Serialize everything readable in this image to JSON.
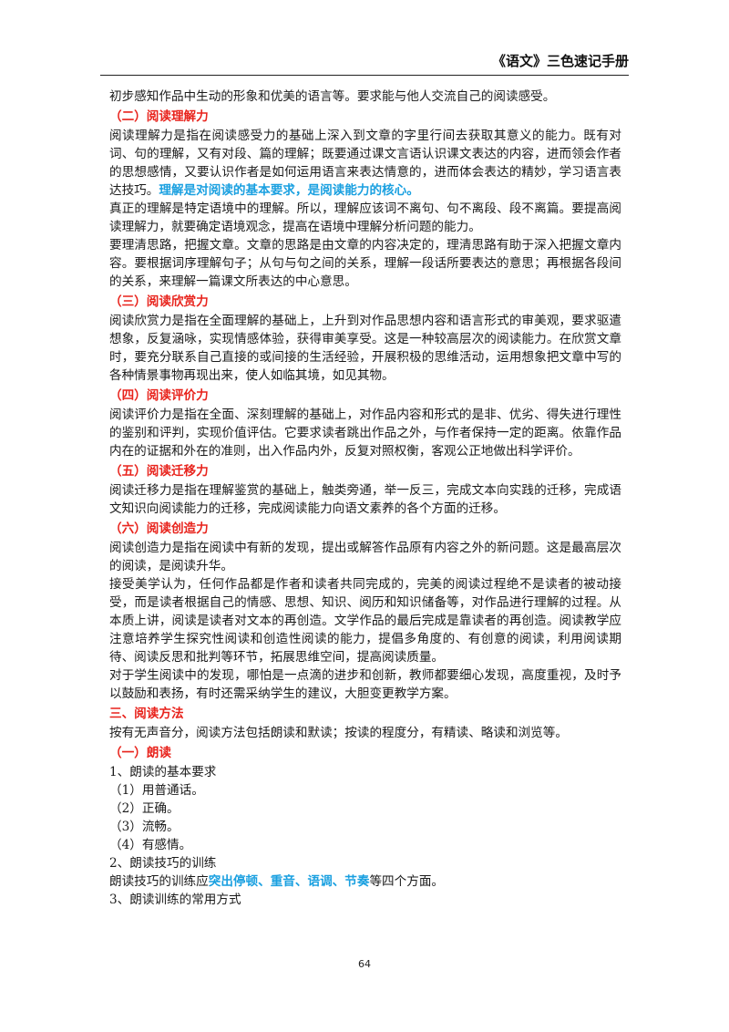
{
  "header": {
    "title": "《语文》三色速记手册"
  },
  "para_intro": "初步感知作品中生动的形象和优美的语言等。要求能与他人交流自己的阅读感受。",
  "sec2": {
    "heading": "（二）阅读理解力",
    "p1_text": "阅读理解力是指在阅读感受力的基础上深入到文章的字里行间去获取其意义的能力。既有对词、句的理解，又有对段、篇的理解；既要通过课文言语认识课文表达的内容，进而领会作者的思想感情，又要认识作者是如何运用语言来表达情意的，进而体会表达的精妙，学习语言表达技巧。",
    "p1_highlight": "理解是对阅读的基本要求，是阅读能力的核心。",
    "p2": "真正的理解是特定语境中的理解。所以，理解应该词不离句、句不离段、段不离篇。要提高阅读理解力，就要确定语境观念，提高在语境中理解分析问题的能力。",
    "p3": "要理清思路，把握文章。文章的思路是由文章的内容决定的，理清思路有助于深入把握文章内容。要根据词序理解句子；从句与句之间的关系，理解一段话所要表达的意思；再根据各段间的关系，来理解一篇课文所表达的中心意思。"
  },
  "sec3": {
    "heading": "（三）阅读欣赏力",
    "p1": "阅读欣赏力是指在全面理解的基础上，上升到对作品思想内容和语言形式的审美观，要求驱遣想象，反复涵咏，实现情感体验，获得审美享受。这是一种较高层次的阅读能力。在欣赏文章时，要充分联系自己直接的或间接的生活经验，开展积极的思维活动，运用想象把文章中写的各种情景事物再现出来，使人如临其境，如见其物。"
  },
  "sec4": {
    "heading": "（四）阅读评价力",
    "p1": "阅读评价力是指在全面、深刻理解的基础上，对作品内容和形式的是非、优劣、得失进行理性的鉴别和评判，实现价值评估。它要求读者跳出作品之外，与作者保持一定的距离。依靠作品内在的证据和外在的准则，出入作品内外，反复对照权衡，客观公正地做出科学评价。"
  },
  "sec5": {
    "heading": "（五）阅读迁移力",
    "p1": "阅读迁移力是指在理解鉴赏的基础上，触类旁通，举一反三，完成文本向实践的迁移，完成语文知识向阅读能力的迁移，完成阅读能力向语文素养的各个方面的迁移。"
  },
  "sec6": {
    "heading": "（六）阅读创造力",
    "p1": "阅读创造力是指在阅读中有新的发现，提出或解答作品原有内容之外的新问题。这是最高层次的阅读，是阅读升华。",
    "p2": "接受美学认为，任何作品都是作者和读者共同完成的，完美的阅读过程绝不是读者的被动接受，而是读者根据自己的情感、思想、知识、阅历和知识储备等，对作品进行理解的过程。从本质上讲，阅读是读者对文本的再创造。文学作品的最后完成是靠读者的再创造。阅读教学应注意培养学生探究性阅读和创造性阅读的能力，提倡多角度的、有创意的阅读，利用阅读期待、阅读反思和批判等环节，拓展思维空间，提高阅读质量。",
    "p3": "对于学生阅读中的发现，哪怕是一点滴的进步和创新，教师都要细心发现，高度重视，及时予以鼓励和表扬，有时还需采纳学生的建议，大胆变更教学方案。"
  },
  "part3": {
    "heading": "三、阅读方法",
    "p1": "按有无声音分，阅读方法包括朗读和默读；按读的程度分，有精读、略读和浏览等。",
    "sub1_heading": "（一）朗读",
    "item1_title": "1、朗读的基本要求",
    "requirements": [
      "（1）用普通话。",
      "（2）正确。",
      "（3）流畅。",
      "（4）有感情。"
    ],
    "item2_title": "2、朗读技巧的训练",
    "skills_prefix": "朗读技巧的训练应",
    "skills_highlight": "突出停顿、重音、语调、节奏",
    "skills_suffix": "等四个方面。",
    "item3_title": "3、朗读训练的常用方式"
  },
  "footer": {
    "page_number": "64"
  }
}
